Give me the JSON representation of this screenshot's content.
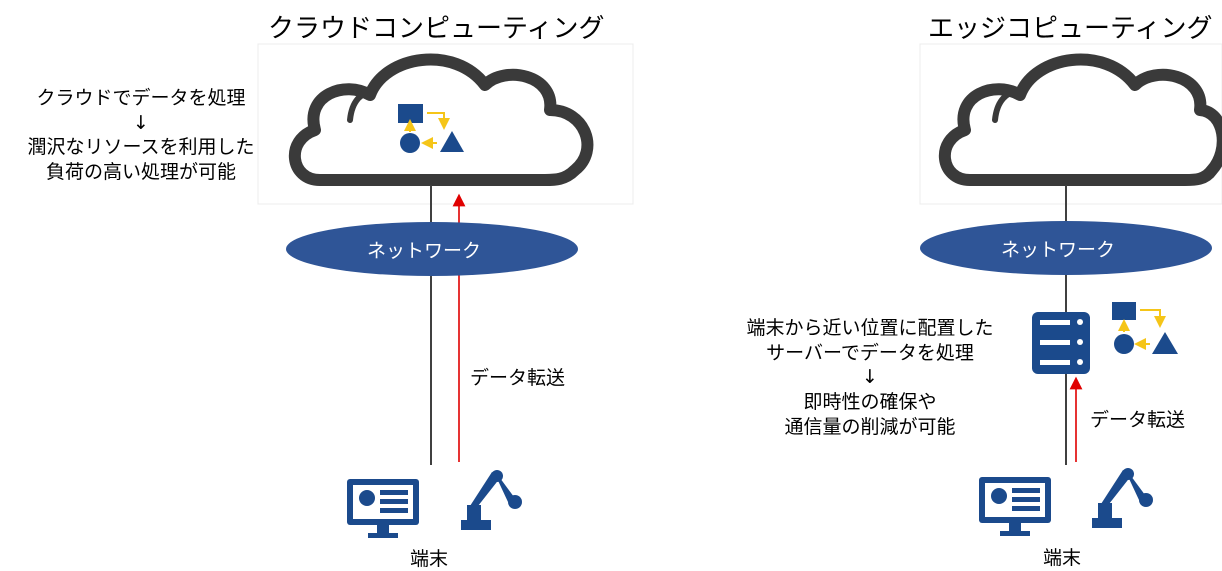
{
  "cloud_panel": {
    "title": "クラウドコンピューティング",
    "note_lines": [
      "クラウドでデータを処理",
      "↓",
      "潤沢なリソースを利用した",
      "負荷の高い処理が可能"
    ],
    "network_label": "ネットワーク",
    "transfer_label": "データ転送",
    "device_label": "端末"
  },
  "edge_panel": {
    "title": "エッジコピューティング",
    "note_lines": [
      "端末から近い位置に配置した",
      "サーバーでデータを処理",
      "↓",
      "即時性の確保や",
      "通信量の削減が可能"
    ],
    "network_label": "ネットワーク",
    "transfer_label": "データ転送",
    "device_label": "端末"
  },
  "colors": {
    "navy": "#1b4a8c",
    "network_blue": "#2f5597",
    "arrow_red": "#e00000",
    "accent_yellow": "#f5c518",
    "line_gray": "#404040"
  },
  "icons": [
    "cloud-icon",
    "process-shapes-icon",
    "network-ellipse",
    "server-icon",
    "monitor-icon",
    "robot-arm-icon"
  ]
}
